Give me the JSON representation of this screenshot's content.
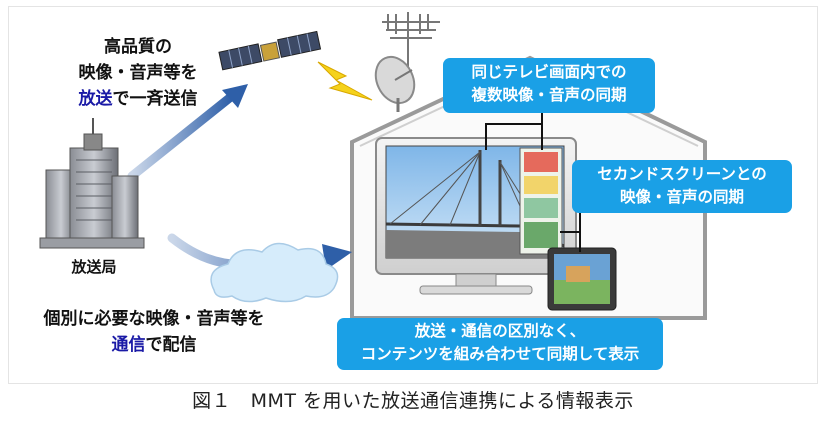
{
  "left_top_text": {
    "line1": "高品質の",
    "line2": "映像・音声等を",
    "line3_highlight": "放送",
    "line3_rest": "で一斉送信"
  },
  "station_label": "放送局",
  "left_bottom_text": {
    "line1": "個別に必要な映像・音声等を",
    "line2_highlight": "通信",
    "line2_rest": "で配信"
  },
  "callout_top": {
    "line1": "同じテレビ画面内での",
    "line2": "複数映像・音声の同期"
  },
  "callout_right": {
    "line1": "セカンドスクリーンとの",
    "line2": "映像・音声の同期"
  },
  "callout_bottom": {
    "line1": "放送・通信の区別なく、",
    "line2": "コンテンツを組み合わせて同期して表示"
  },
  "caption": "図１　MMT を用いた放送通信連携による情報表示",
  "colors": {
    "callout_bg": "#1aa0e6",
    "arrow": "#2e5fa8",
    "highlight_text": "#1a1aa6",
    "house_fill": "#fafafa",
    "house_outline": "#9a9a9a",
    "cloud": "#d6ecfb"
  }
}
